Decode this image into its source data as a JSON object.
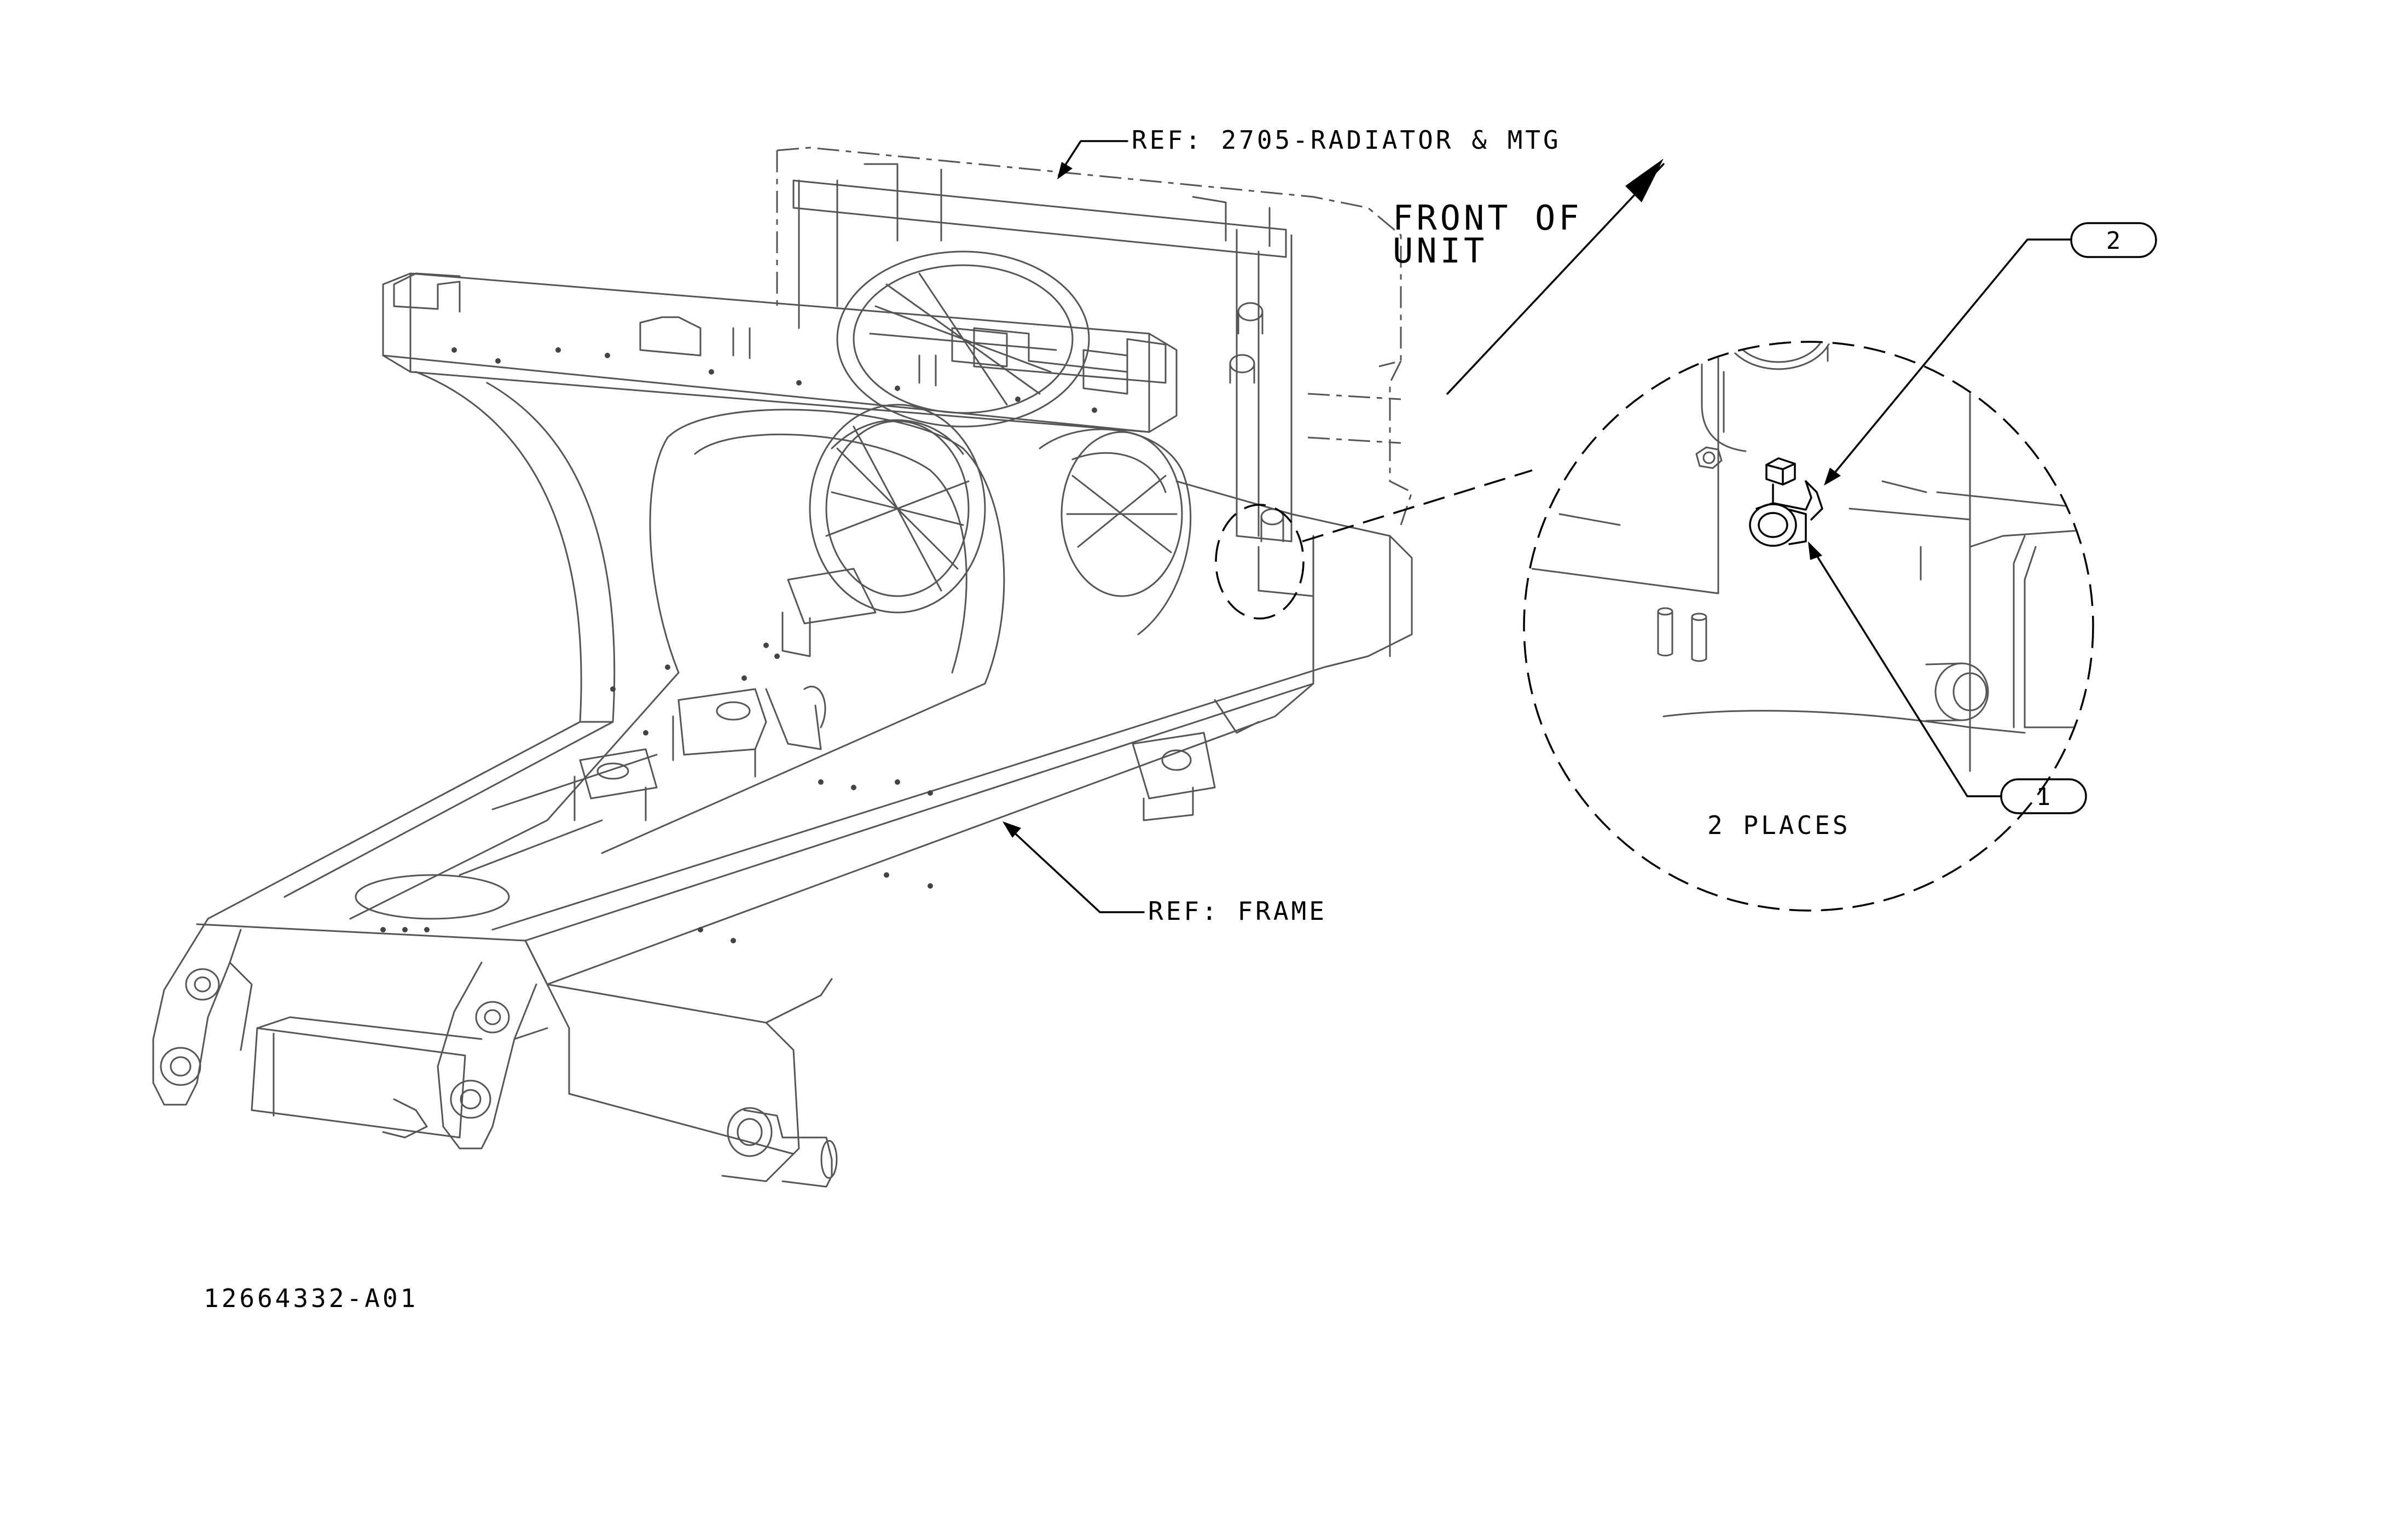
{
  "labels": {
    "ref_radiator": "REF: 2705-RADIATOR & MTG",
    "front_line1": "FRONT OF",
    "front_line2": "UNIT",
    "ref_frame": "REF: FRAME",
    "places": "2 PLACES",
    "drawing_number": "12664332-A01"
  },
  "callouts": [
    {
      "number": "2"
    },
    {
      "number": "1"
    }
  ],
  "colors": {
    "line": "#555555",
    "text": "#000000",
    "background": "#ffffff"
  }
}
